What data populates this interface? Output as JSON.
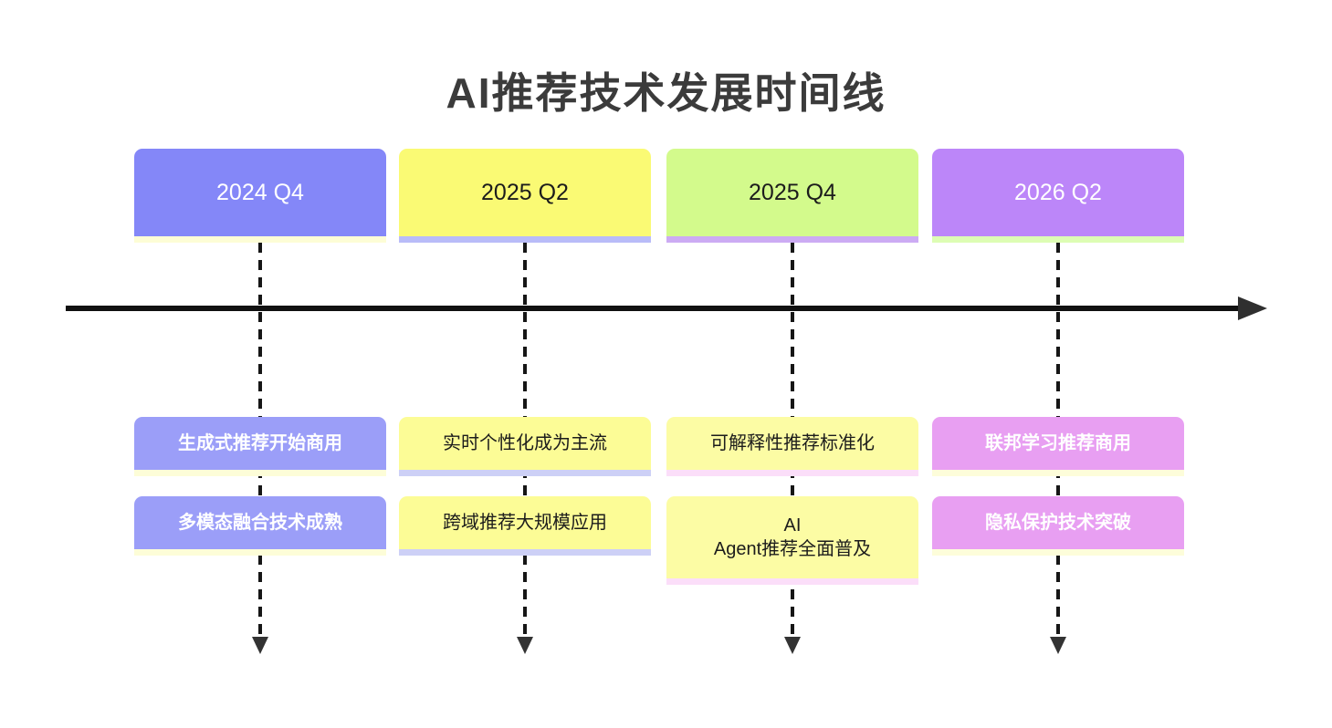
{
  "title": "AI推荐技术发展时间线",
  "title_color": "#3b3b3b",
  "axis": {
    "line_color": "#111111",
    "arrowhead_color": "#2f2f2f",
    "dash_color": "#161616"
  },
  "timeline": {
    "columns": [
      {
        "label": "2024 Q4",
        "header_bg": "#8487f8",
        "header_strip": "#fdfdd6",
        "header_fg": "#ffffff",
        "item_bg": "#9b9ef8",
        "item_strip": "#fdfdd8",
        "item_fg": "#ffffff",
        "item_weight": "bold",
        "items": [
          "生成式推荐开始商用",
          "多模态融合技术成熟"
        ]
      },
      {
        "label": "2025 Q2",
        "header_bg": "#fafa74",
        "header_strip": "#b9bcf8",
        "header_fg": "#1c1c1c",
        "item_bg": "#fcfc96",
        "item_strip": "#cdd0f6",
        "item_fg": "#1c1c1c",
        "item_weight": "normal",
        "items": [
          "实时个性化成为主流",
          "跨域推荐大规模应用"
        ]
      },
      {
        "label": "2025 Q4",
        "header_bg": "#d3fa8c",
        "header_strip": "#ccabf3",
        "header_fg": "#1c1c1c",
        "item_bg": "#fcfca4",
        "item_strip": "#fbdef9",
        "item_fg": "#1c1c1c",
        "item_weight": "normal",
        "items": [
          "可解释性推荐标准化",
          "AI\nAgent推荐全面普及"
        ]
      },
      {
        "label": "2026 Q2",
        "header_bg": "#bc86f9",
        "header_strip": "#ddfdb4",
        "header_fg": "#ffffff",
        "item_bg": "#e89ff2",
        "item_strip": "#fdfdda",
        "item_fg": "#ffffff",
        "item_weight": "bold",
        "items": [
          "联邦学习推荐商用",
          "隐私保护技术突破"
        ]
      }
    ]
  }
}
